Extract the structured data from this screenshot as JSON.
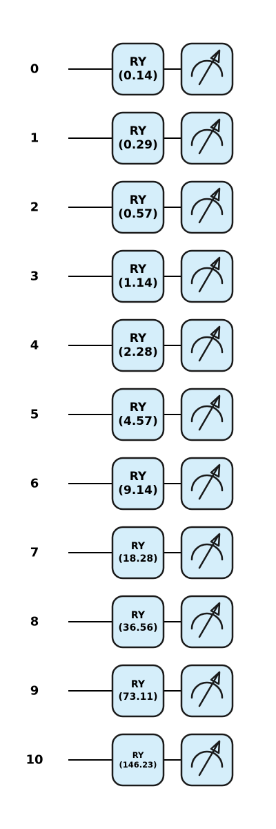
{
  "colors": {
    "gate_fill": "#d5eefa",
    "stroke": "#1a1a1a",
    "wire": "#000000",
    "text": "#000000"
  },
  "gate_name": "RY",
  "measure_icon": "meter-icon",
  "wires": [
    {
      "label": "0",
      "param": "(0.14)"
    },
    {
      "label": "1",
      "param": "(0.29)"
    },
    {
      "label": "2",
      "param": "(0.57)"
    },
    {
      "label": "3",
      "param": "(1.14)"
    },
    {
      "label": "4",
      "param": "(2.28)"
    },
    {
      "label": "5",
      "param": "(4.57)"
    },
    {
      "label": "6",
      "param": "(9.14)"
    },
    {
      "label": "7",
      "param": "(18.28)"
    },
    {
      "label": "8",
      "param": "(36.56)"
    },
    {
      "label": "9",
      "param": "(73.11)"
    },
    {
      "label": "10",
      "param": "(146.23)"
    }
  ]
}
